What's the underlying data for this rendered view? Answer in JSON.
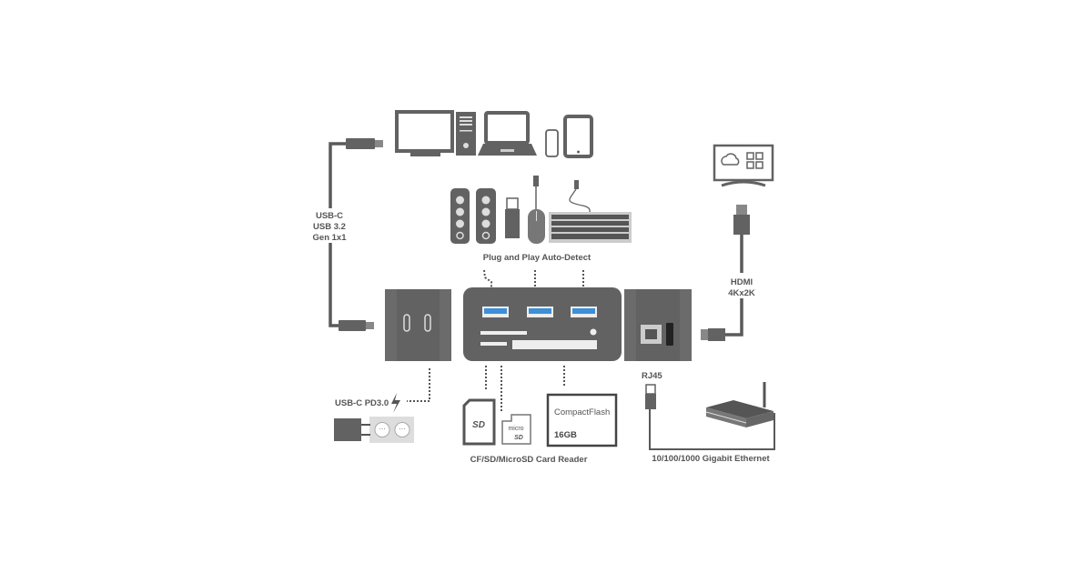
{
  "labels": {
    "usb_c_cable": [
      "USB-C",
      "USB 3.2",
      "Gen 1x1"
    ],
    "plug_and_play": "Plug and Play Auto-Detect",
    "hdmi": [
      "HDMI",
      "4Kx2K"
    ],
    "rj45": "RJ45",
    "power": "USB-C PD3.0",
    "card_reader": "CF/SD/MicroSD Card Reader",
    "ethernet": "10/100/1000 Gigabit Ethernet",
    "cf_card_brand": "CompactFlash",
    "cf_card_capacity": "16GB",
    "sd_logo": "SD",
    "microsd_logo": "micro"
  },
  "colors": {
    "device_gray": "#626262",
    "usb3_port_blue": "#3d8fd8",
    "light_gray": "#d4d4d4"
  }
}
